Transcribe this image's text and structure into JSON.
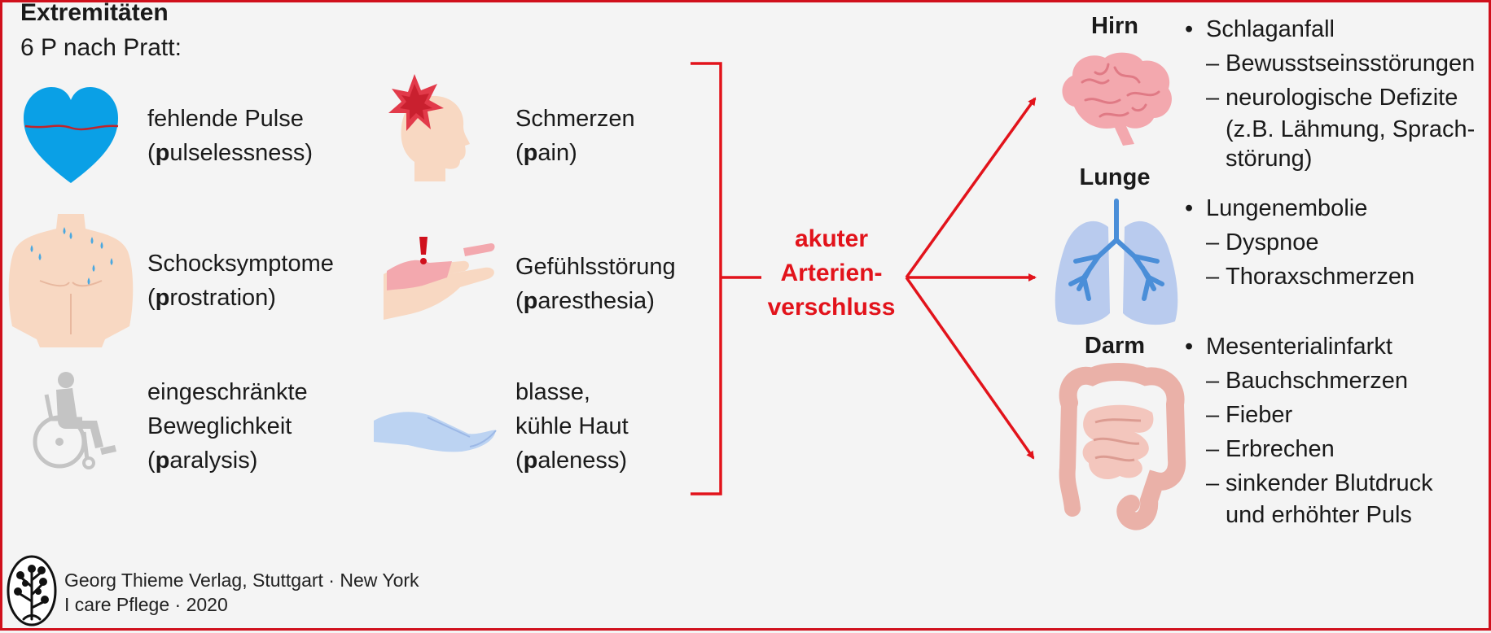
{
  "header": {
    "title": "Extremitäten",
    "subtitle": "6 P nach Pratt:"
  },
  "symptoms": [
    {
      "line1": "fehlende Pulse",
      "p": "p",
      "rest": "ulselessness",
      "icon": "heart-icon"
    },
    {
      "line1": "Schmerzen",
      "p": "p",
      "rest": "ain",
      "icon": "head-pain-icon"
    },
    {
      "line1": "Schocksymptome",
      "p": "p",
      "rest": "rostration",
      "icon": "sweating-torso-icon"
    },
    {
      "line1": "Gefühlsstörung",
      "p": "p",
      "rest": "aresthesia",
      "icon": "numb-hand-icon"
    },
    {
      "line1": "eingeschränkte",
      "line2": "Beweglichkeit",
      "p": "p",
      "rest": "aralysis",
      "icon": "wheelchair-icon"
    },
    {
      "line1": "blasse,",
      "line2": "kühle Haut",
      "p": "p",
      "rest": "aleness",
      "icon": "pale-hand-icon"
    }
  ],
  "center": {
    "line1": "akuter",
    "line2": "Arterien-",
    "line3": "verschluss"
  },
  "organs": [
    {
      "label": "Hirn",
      "icon": "brain-icon",
      "main": "Schlaganfall",
      "items": [
        {
          "text": "Bewusstseinsstörungen"
        },
        {
          "text": "neurologische Defizite",
          "cont": [
            "(z.B. Lähmung, Sprach-",
            "störung)"
          ]
        }
      ]
    },
    {
      "label": "Lunge",
      "icon": "lungs-icon",
      "main": "Lungenembolie",
      "items": [
        {
          "text": "Dyspnoe"
        },
        {
          "text": "Thoraxschmerzen"
        }
      ]
    },
    {
      "label": "Darm",
      "icon": "intestine-icon",
      "main": "Mesenterialinfarkt",
      "items": [
        {
          "text": "Bauchschmerzen"
        },
        {
          "text": "Fieber"
        },
        {
          "text": "Erbrechen"
        },
        {
          "text": "sinkender Blutdruck",
          "cont": [
            "und erhöhter Puls"
          ]
        }
      ]
    }
  ],
  "footer": {
    "line1": "Georg Thieme Verlag, Stuttgart · New York",
    "line2": "I care Pflege · 2020",
    "logo": "tree-logo-icon"
  },
  "colors": {
    "accent": "#e2131b",
    "heart": "#0aa0e6",
    "skin": "#f8d8c2",
    "pale": "#bcd3f2",
    "brain": "#f3a8ae",
    "lungs": "#b9cbee",
    "intestine": "#eab1a8",
    "gray": "#c4c4c4"
  }
}
